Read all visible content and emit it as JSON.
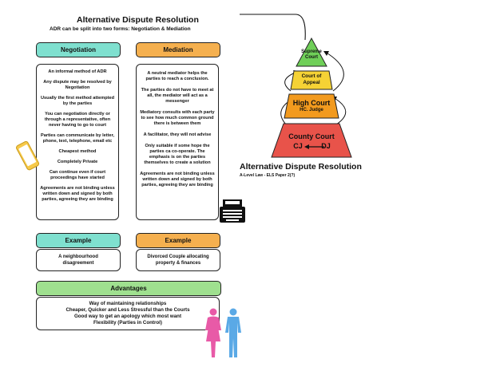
{
  "header": {
    "title": "Alternative Dispute Resolution",
    "subtitle": "ADR can be split into two forms: Negotiation & Mediation"
  },
  "negotiation": {
    "heading": "Negotiation",
    "items": [
      "An informal method of ADR",
      "Any dispute may be resolved by Negotiation",
      "Usually the first method attempted by the parties",
      "You can negotiation directly or through a representative, often never having to go to court",
      "Parties can communicate by letter, phone, text, telephone, email etc",
      "Cheapest method",
      "Completely Private",
      "Can continue even if court proceedings have started",
      "Agreements are not binding unless written down and signed by both parties, agreeing they are binding"
    ],
    "example_heading": "Example",
    "example_text": "A neighbourhood disagreement"
  },
  "mediation": {
    "heading": "Mediation",
    "items": [
      "A neutral mediator helps the parties to reach a conclusion.",
      "The parties do not have to meet at all, the mediator will act as a messenger",
      "Mediatory consults with each party to see how much common ground there is between them",
      "A facilitator, they will not advise",
      "Only suitable if some hope the parties ca co-operate. The emphasis is on the parties themselves to create a solution",
      "Agreements are not binding unless written down and signed by both parties, agreeing they are binding"
    ],
    "example_heading": "Example",
    "example_text": "Divorced Couple allocating property & finances"
  },
  "advantages": {
    "heading": "Advantages",
    "lines": [
      "Way of maintaining relationships",
      "Cheaper, Quicker and Less Stressful than the Courts",
      "Good way to get an apology which most want",
      "Flexibility (Parties in Control)"
    ]
  },
  "pyramid": {
    "supreme_court": "Supreme Court",
    "court_of_appeal": "Court of Appeal",
    "high_court": "High Court",
    "high_court_sub": "HC. Judge",
    "county_court": "County Court",
    "cj": "CJ",
    "dj": "DJ",
    "title": "Alternative Dispute Resolution",
    "subtitle": "A-Level Law - ELS Paper 2(?)"
  },
  "colors": {
    "negotiation": "#7fe0cf",
    "mediation": "#f5b04f",
    "advantages": "#9fe08f",
    "supreme": "#6fcf58",
    "appeal": "#f5d235",
    "high": "#f29a1e",
    "county": "#e8534a"
  },
  "icons": [
    "phone-icon",
    "typewriter-icon",
    "people-icon",
    "arrow-icon"
  ]
}
